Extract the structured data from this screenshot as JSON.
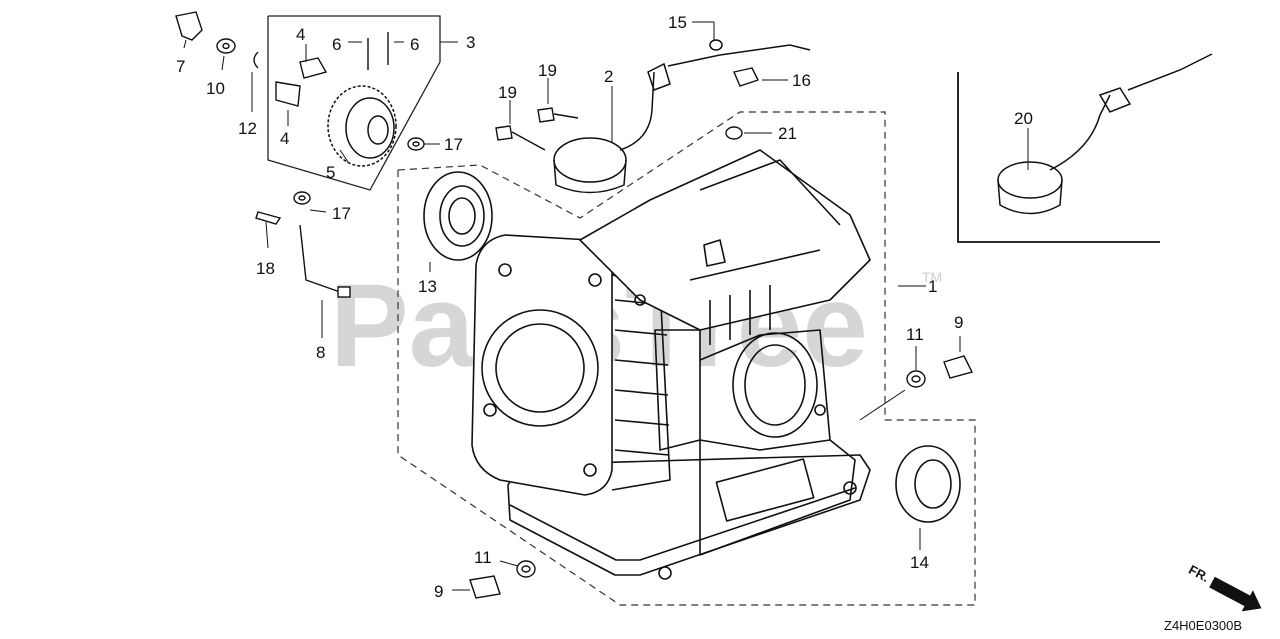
{
  "watermark": {
    "text": "PartsTree",
    "trademark": "TM"
  },
  "diagram_code": "Z4H0E0300B",
  "front_arrow_label": "FR.",
  "callouts": {
    "c1": "1",
    "c2": "2",
    "c3": "3",
    "c4a": "4",
    "c4b": "4",
    "c5": "5",
    "c6a": "6",
    "c6b": "6",
    "c7": "7",
    "c8": "8",
    "c9a": "9",
    "c9b": "9",
    "c10": "10",
    "c11a": "11",
    "c11b": "11",
    "c12": "12",
    "c13": "13",
    "c14": "14",
    "c15": "15",
    "c16": "16",
    "c17a": "17",
    "c17b": "17",
    "c18": "18",
    "c19a": "19",
    "c19b": "19",
    "c20": "20",
    "c21": "21"
  }
}
